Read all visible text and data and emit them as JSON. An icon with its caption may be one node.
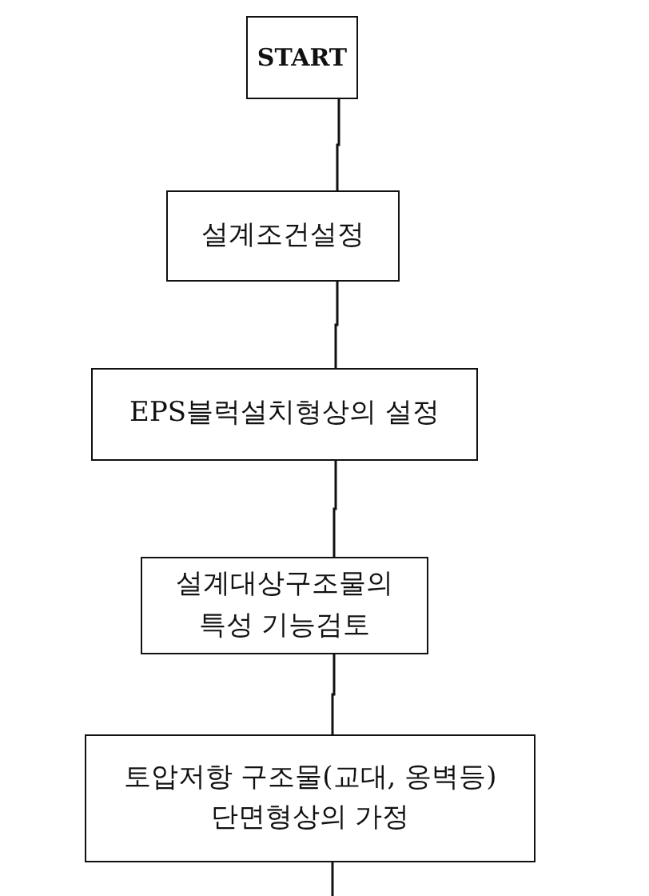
{
  "diagram": {
    "nodes": [
      {
        "text": [
          "START"
        ]
      },
      {
        "text": [
          "설계조건설정"
        ]
      },
      {
        "text": [
          "EPS블럭설치형상의 설정"
        ]
      },
      {
        "text": [
          "설계대상구조물의 특성 기능검토"
        ]
      },
      {
        "text": [
          "토압저항 구조물(교대, 옹벽등) 단면형상의 가정"
        ]
      }
    ],
    "edges": [
      {
        "from": 0,
        "to": 1,
        "arrow": "none"
      },
      {
        "from": 1,
        "to": 2,
        "arrow": "none"
      },
      {
        "from": 2,
        "to": 3,
        "arrow": "none"
      },
      {
        "from": 3,
        "to": 4,
        "arrow": "none"
      },
      {
        "from": 4,
        "to": null,
        "arrow": "none"
      }
    ]
  }
}
